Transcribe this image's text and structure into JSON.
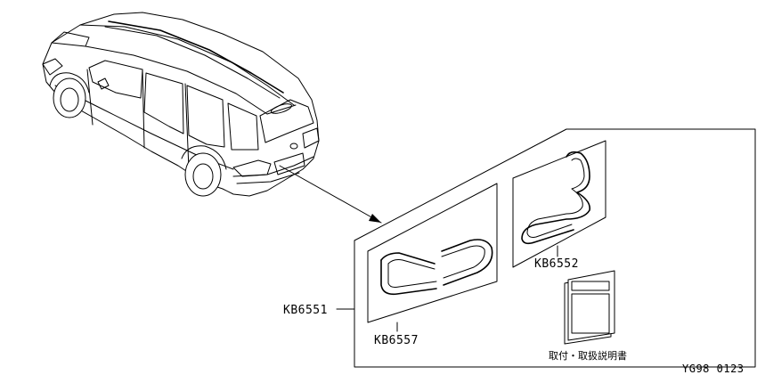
{
  "diagram": {
    "parts": {
      "assembly": "KB6551",
      "inner_part": "KB6557",
      "kit_part": "KB6552",
      "instructions_label": "取付・取扱説明書"
    },
    "figure_code": "YG98 0123"
  }
}
